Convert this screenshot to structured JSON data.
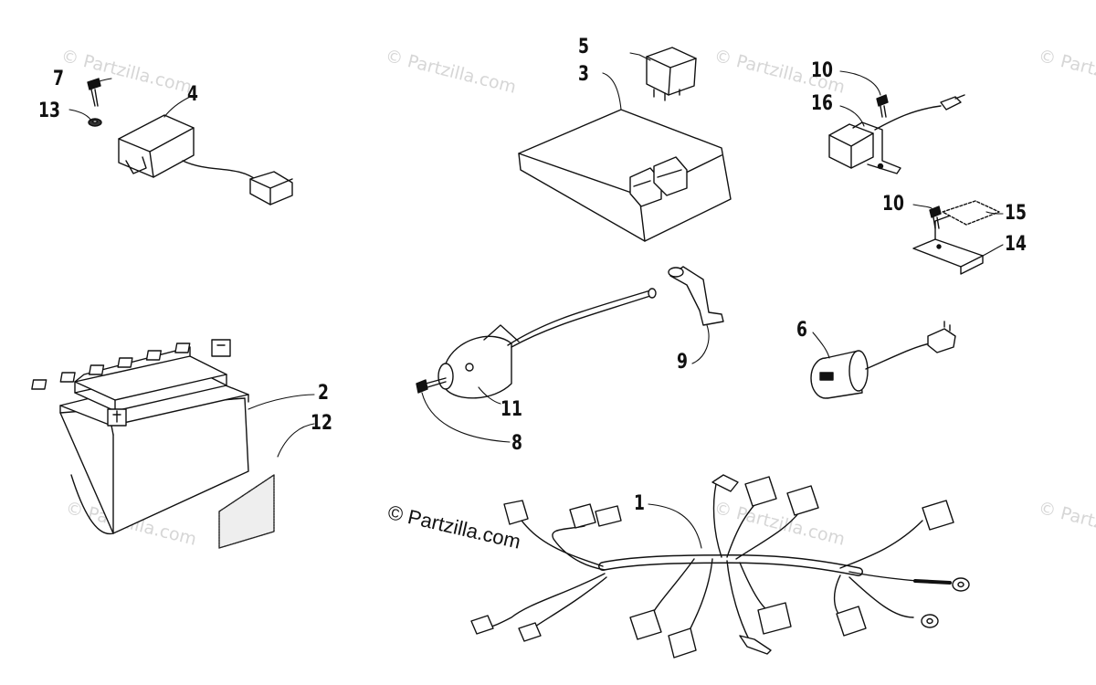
{
  "watermark": {
    "text": "© Partzilla.com",
    "main_text": "© Partzilla.com"
  },
  "callouts": {
    "c1": "1",
    "c2": "2",
    "c3": "3",
    "c4": "4",
    "c5": "5",
    "c6": "6",
    "c7": "7",
    "c8": "8",
    "c9": "9",
    "c10a": "10",
    "c10b": "10",
    "c11": "11",
    "c12": "12",
    "c13": "13",
    "c14": "14",
    "c15": "15",
    "c16": "16"
  }
}
